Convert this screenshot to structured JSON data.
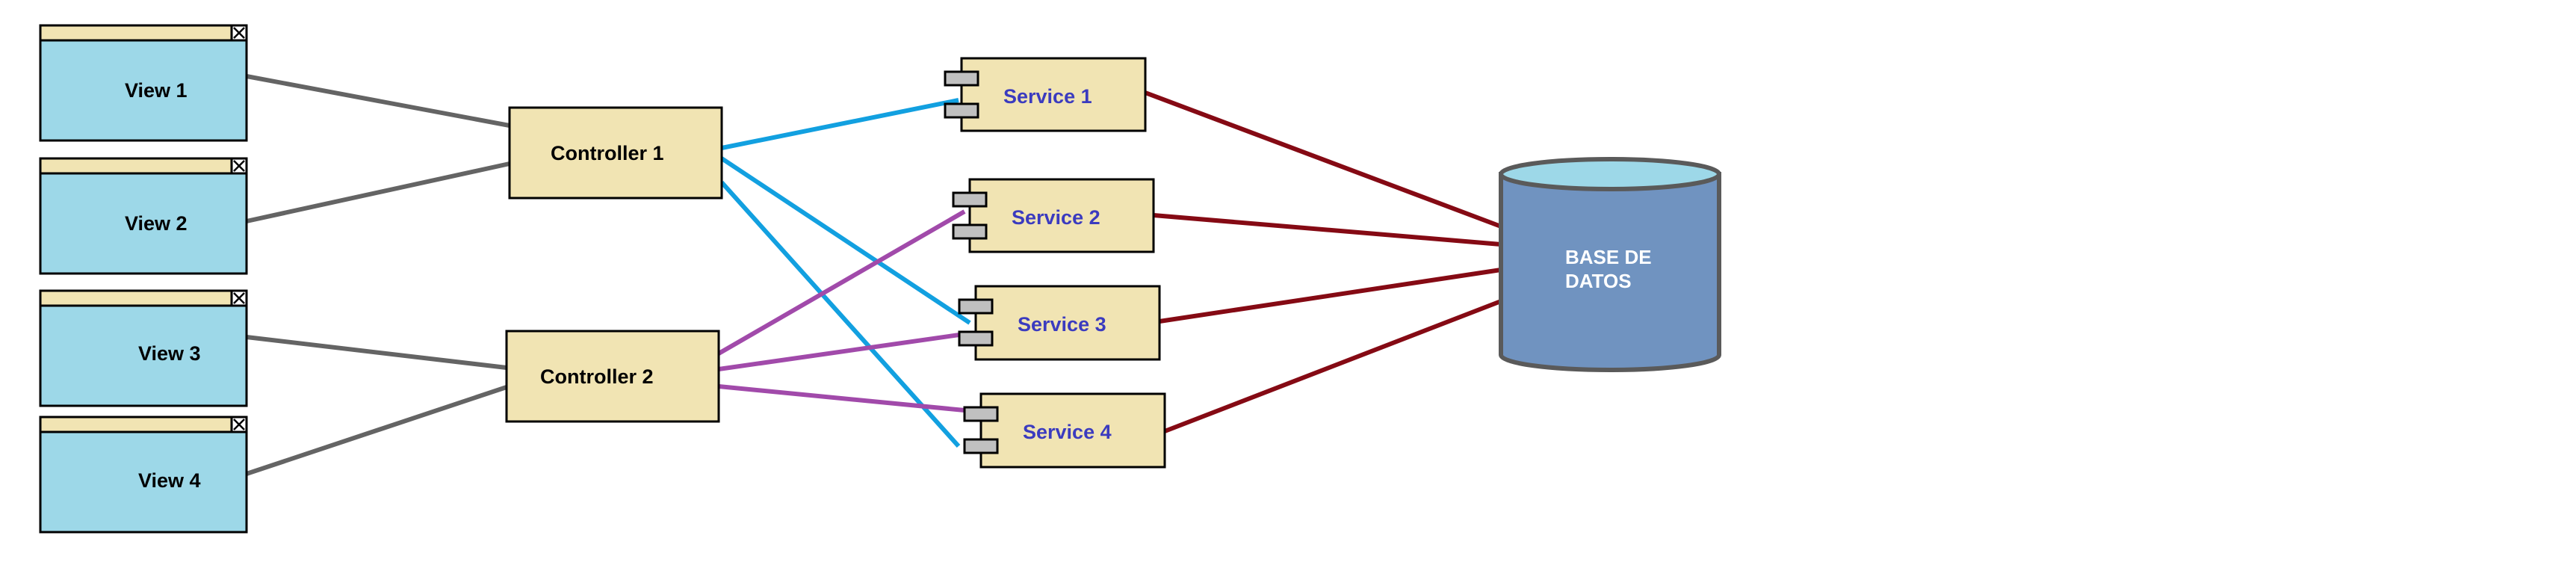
{
  "colors": {
    "background": "#ffffff",
    "view_fill": "#9dd8e8",
    "view_titlebar": "#f1e4b3",
    "controller_fill": "#f1e4b3",
    "service_fill": "#f1e4b3",
    "service_text": "#3b3bbf",
    "port_fill": "#c0c0c0",
    "db_fill": "#7093c0",
    "db_top": "#9dd8e8",
    "db_text": "#ffffff",
    "edge_view_controller": "#646464",
    "edge_controller1_service": "#12a0e0",
    "edge_controller2_service": "#a14aaa",
    "edge_service_db": "#850a14"
  },
  "views": [
    {
      "id": "view-1",
      "label": "View 1",
      "icon": "close-box-icon"
    },
    {
      "id": "view-2",
      "label": "View 2",
      "icon": "close-box-icon"
    },
    {
      "id": "view-3",
      "label": "View 3",
      "icon": "close-box-icon"
    },
    {
      "id": "view-4",
      "label": "View 4",
      "icon": "close-box-icon"
    }
  ],
  "controllers": [
    {
      "id": "controller-1",
      "label": "Controller 1"
    },
    {
      "id": "controller-2",
      "label": "Controller 2"
    }
  ],
  "services": [
    {
      "id": "service-1",
      "label": "Service 1",
      "icon": "component-icon"
    },
    {
      "id": "service-2",
      "label": "Service 2",
      "icon": "component-icon"
    },
    {
      "id": "service-3",
      "label": "Service 3",
      "icon": "component-icon"
    },
    {
      "id": "service-4",
      "label": "Service 4",
      "icon": "component-icon"
    }
  ],
  "database": {
    "id": "database",
    "label_lines": [
      "BASE DE",
      "DATOS"
    ]
  },
  "edges": [
    {
      "from": "view-1",
      "to": "controller-1",
      "kind": "view_controller"
    },
    {
      "from": "view-2",
      "to": "controller-1",
      "kind": "view_controller"
    },
    {
      "from": "view-3",
      "to": "controller-2",
      "kind": "view_controller"
    },
    {
      "from": "view-4",
      "to": "controller-2",
      "kind": "view_controller"
    },
    {
      "from": "controller-1",
      "to": "service-1",
      "kind": "controller1_service"
    },
    {
      "from": "controller-1",
      "to": "service-3",
      "kind": "controller1_service"
    },
    {
      "from": "controller-1",
      "to": "service-4",
      "kind": "controller1_service"
    },
    {
      "from": "controller-2",
      "to": "service-2",
      "kind": "controller2_service"
    },
    {
      "from": "controller-2",
      "to": "service-3",
      "kind": "controller2_service"
    },
    {
      "from": "controller-2",
      "to": "service-4",
      "kind": "controller2_service"
    },
    {
      "from": "service-1",
      "to": "database",
      "kind": "service_db"
    },
    {
      "from": "service-2",
      "to": "database",
      "kind": "service_db"
    },
    {
      "from": "service-3",
      "to": "database",
      "kind": "service_db"
    },
    {
      "from": "service-4",
      "to": "database",
      "kind": "service_db"
    }
  ]
}
